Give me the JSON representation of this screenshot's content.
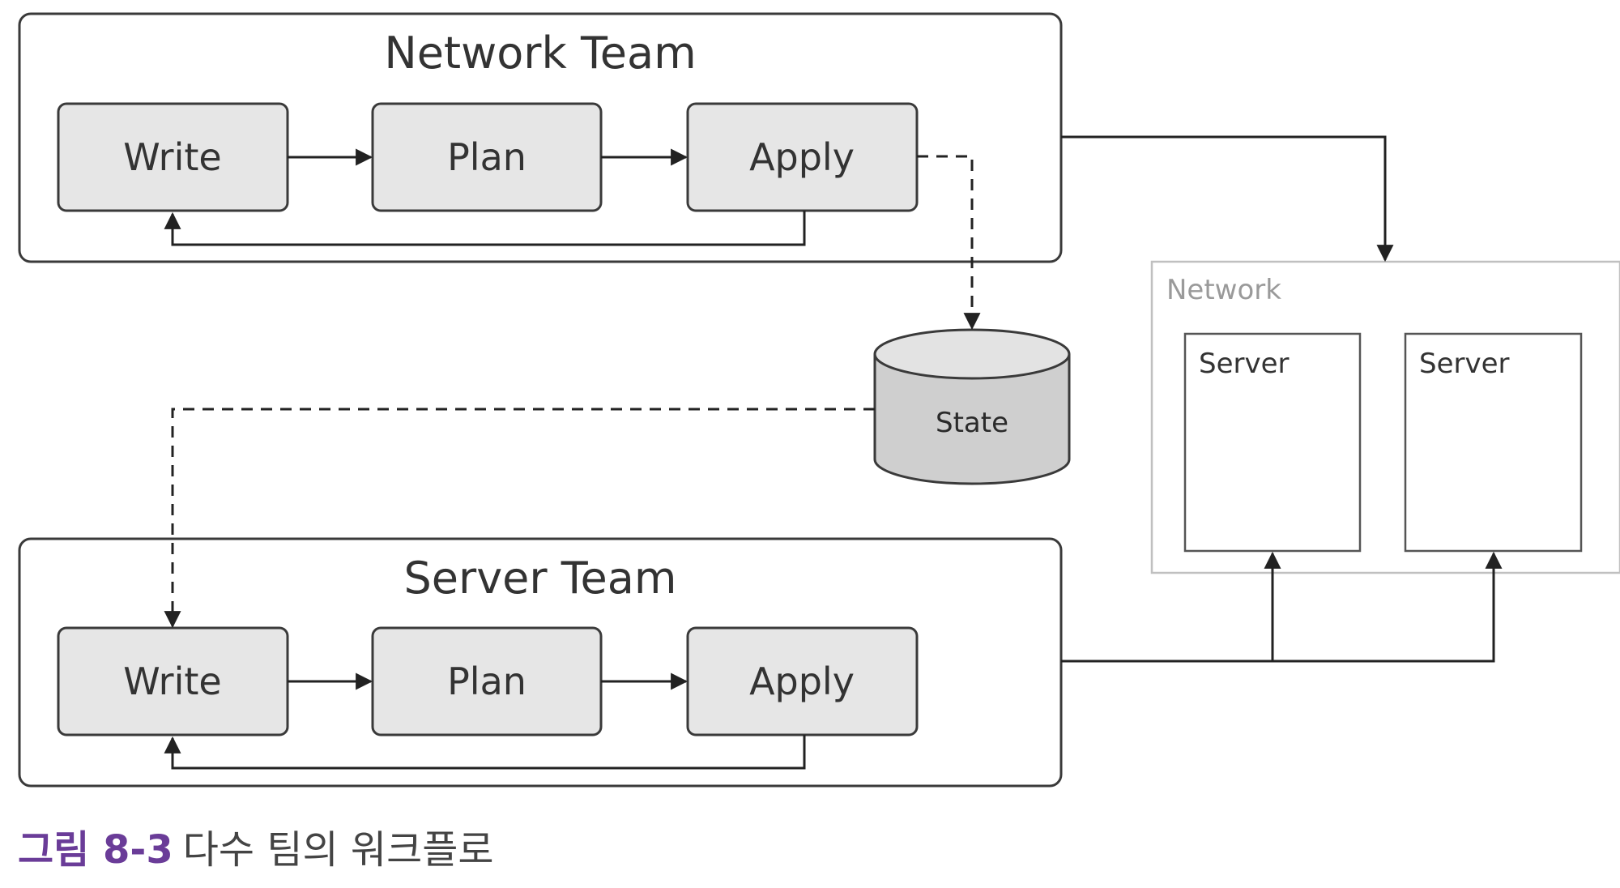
{
  "network_team": {
    "title": "Network Team",
    "steps": [
      "Write",
      "Plan",
      "Apply"
    ]
  },
  "server_team": {
    "title": "Server Team",
    "steps": [
      "Write",
      "Plan",
      "Apply"
    ]
  },
  "state": {
    "label": "State"
  },
  "network": {
    "label": "Network",
    "servers": [
      "Server",
      "Server"
    ]
  },
  "caption": {
    "figure_number": "그림 8-3",
    "text": "다수 팀의 워크플로"
  },
  "colors": {
    "box_fill": "#e6e6e6",
    "box_stroke": "#3a3a3a",
    "line": "#222222",
    "network_border": "#c0c0c0",
    "network_label": "#9a9a9a",
    "state_fill": "#cfcfcf",
    "caption_accent": "#6a3c98"
  }
}
